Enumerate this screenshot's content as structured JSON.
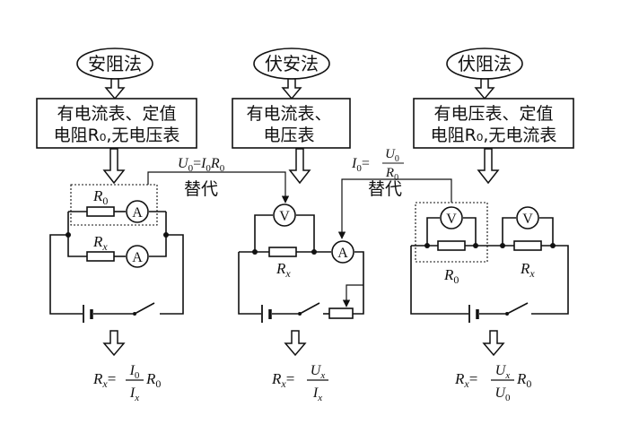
{
  "methods": [
    {
      "title": "安阻法",
      "desc_line1": "有电流表、定值",
      "desc_line2": "电阻R₀,无电压表",
      "meter": "A",
      "r_top": "R₀",
      "r_bottom": "Rx",
      "formula": "Rx = (I₀/Ix)·R₀"
    },
    {
      "title": "伏安法",
      "desc_line1": "有电流表、",
      "desc_line2": "电压表",
      "meter_v": "V",
      "meter_a": "A",
      "resistor": "Rx",
      "formula": "Rx = Ux/Ix"
    },
    {
      "title": "伏阻法",
      "desc_line1": "有电压表、定值",
      "desc_line2": "电阻R₀,无电流表",
      "meter": "V",
      "r_left": "R₀",
      "r_right": "Rx",
      "formula": "Rx = (Ux/U₀)·R₀"
    }
  ],
  "substitutions": [
    {
      "equation": "U₀=I₀R₀",
      "label": "替代"
    },
    {
      "equation": "I₀=U₀/R₀",
      "label": "替代"
    }
  ]
}
